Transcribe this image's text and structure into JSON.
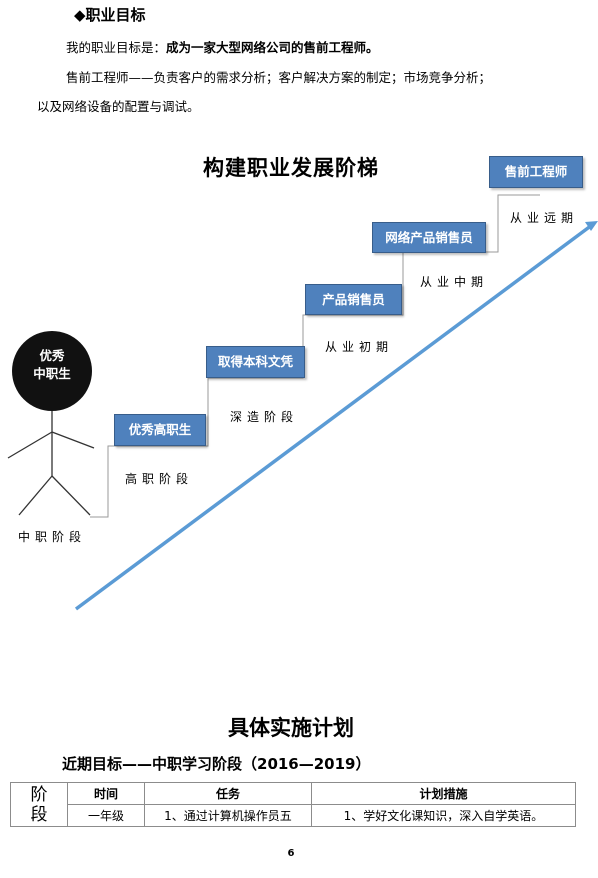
{
  "goal_section": {
    "title": "◆职业目标",
    "line1_prefix": "我的职业目标是：",
    "line1_goal": "成为一家大型网络公司的售前工程师。",
    "line2": "售前工程师——负责客户的需求分析；客户解决方案的制定；市场竞争分析；",
    "line3": "以及网络设备的配置与调试。"
  },
  "ladder": {
    "title": "构建职业发展阶梯",
    "person_label": "优秀\n中职生",
    "start_stage": "中职阶段",
    "steps": [
      {
        "box": "优秀高职生",
        "stage": "高职阶段"
      },
      {
        "box": "取得本科文凭",
        "stage": "深造阶段"
      },
      {
        "box": "产品销售员",
        "stage": "从业初期"
      },
      {
        "box": "网络产品销售员",
        "stage": "从业中期"
      },
      {
        "box": "售前工程师",
        "stage": "从业远期"
      }
    ],
    "colors": {
      "box": "#4f81bd",
      "arrow": "#5b9bd5"
    }
  },
  "plan": {
    "title": "具体实施计划",
    "subtitle": "近期目标——中职学习阶段（2016—2019）",
    "table": {
      "stage_header": "阶段",
      "headers": [
        "时间",
        "任务",
        "计划措施"
      ],
      "rows": [
        [
          "一年级",
          "1、通过计算机操作员五",
          "1、学好文化课知识，深入自学英语。"
        ]
      ]
    }
  },
  "page_number": "6"
}
